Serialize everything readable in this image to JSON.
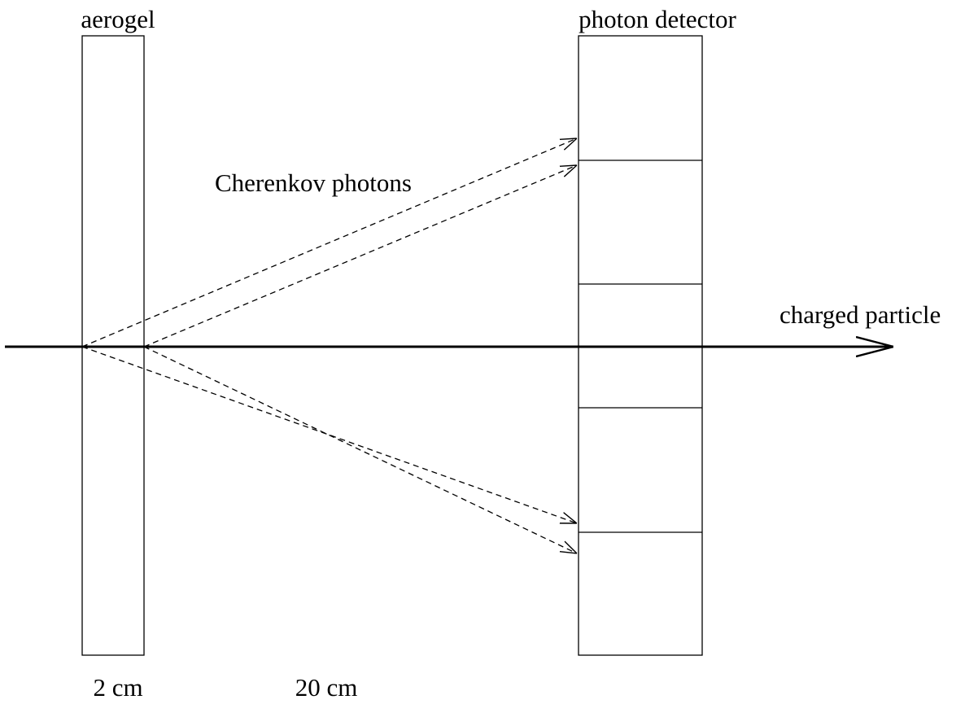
{
  "labels": {
    "aerogel": "aerogel",
    "photon_detector": "photon detector",
    "cherenkov": "Cherenkov photons",
    "particle": "charged particle",
    "aerogel_thickness": "2 cm",
    "distance": "20 cm"
  },
  "detector": {
    "segments": 5
  },
  "photon_rays": {
    "count": 4,
    "style": "dashed"
  },
  "colors": {
    "line": "#000000",
    "background": "#ffffff"
  }
}
